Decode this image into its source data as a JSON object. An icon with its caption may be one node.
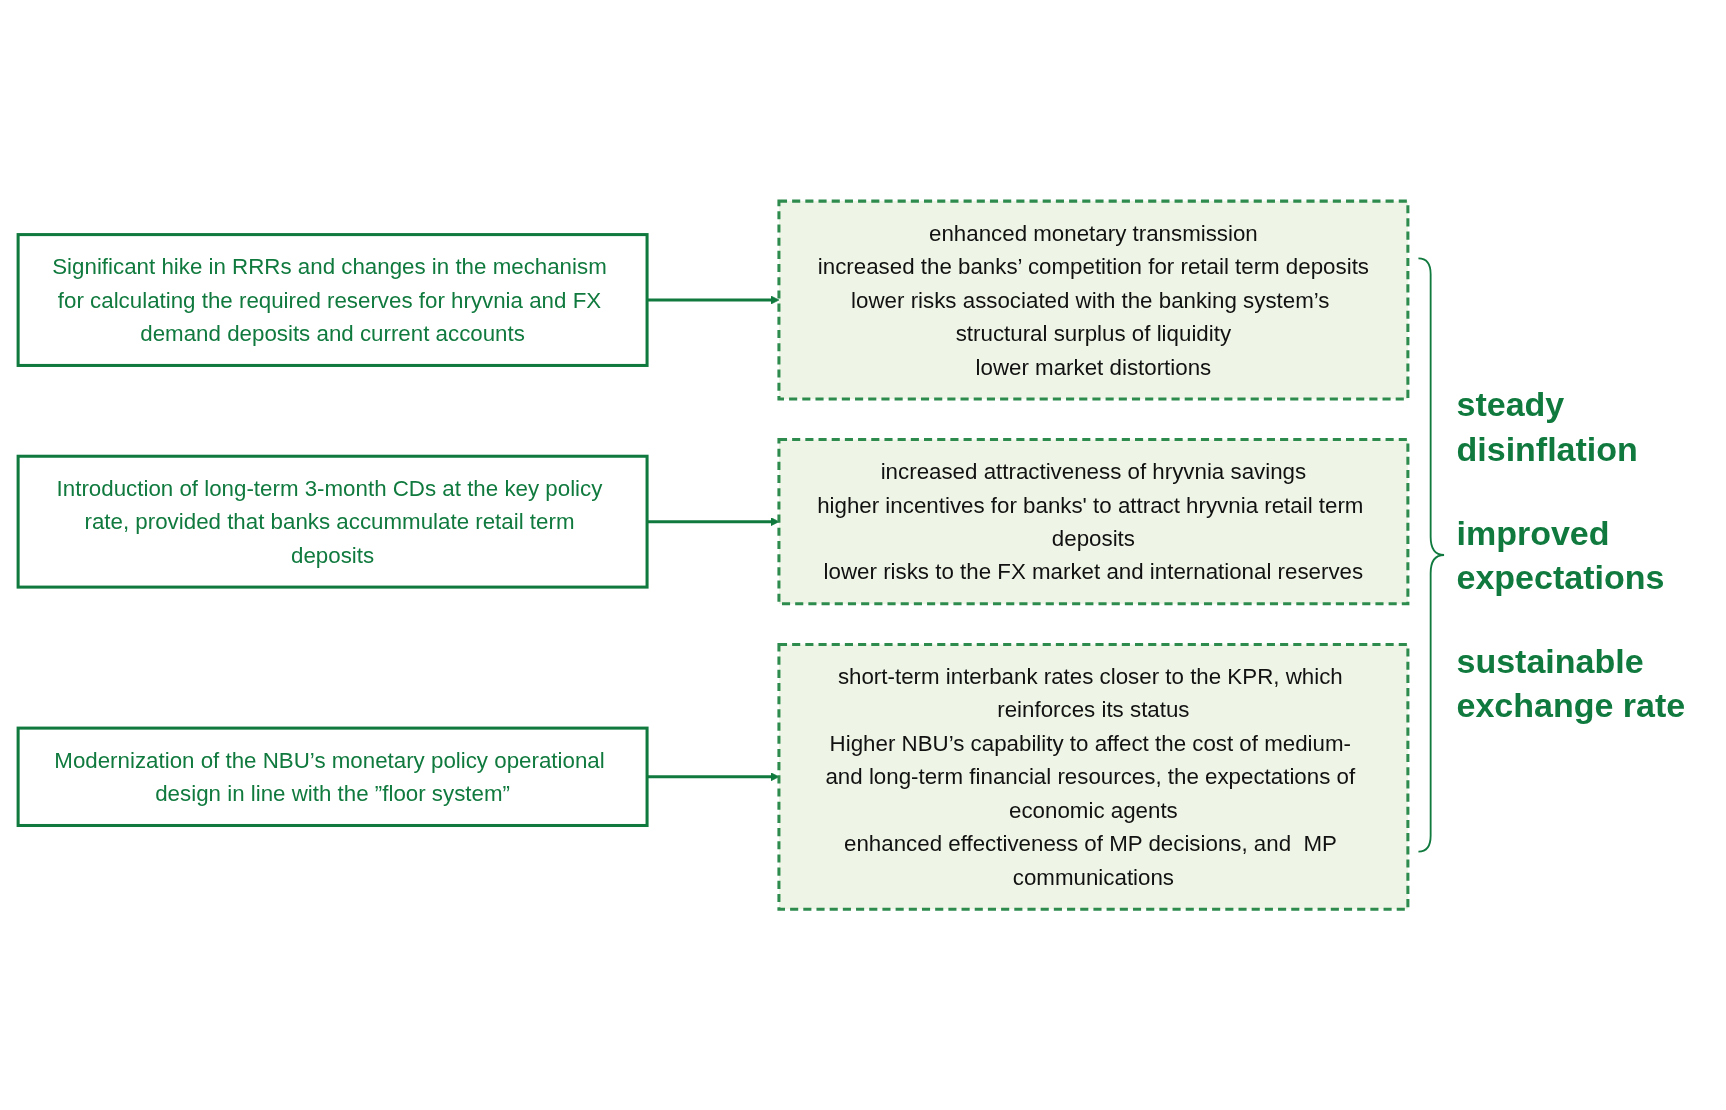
{
  "diagram": {
    "nodes": [
      {
        "text": [
          "Significant hike in RRRs and changes in the mechanism for calculating the required reserves for hryvnia and FX demand deposits and current accounts"
        ]
      },
      {
        "text": [
          "enhanced monetary transmission",
          "increased the banks’ competition for retail term deposits",
          "lower risks associated with the banking system’s structural surplus of liquidity",
          "lower market distortions"
        ]
      },
      {
        "text": [
          "Introduction of long-term 3-month CDs at the key policy rate, provided that banks accummulate retail term deposits"
        ]
      },
      {
        "text": [
          "increased attractiveness of hryvnia savings",
          "higher incentives for banks' to attract hryvnia retail term deposits",
          "lower risks to the FX market and international reserves"
        ]
      },
      {
        "text": [
          "Modernization of the NBU’s monetary policy operational design in line with the ”floor system”"
        ]
      },
      {
        "text": [
          "short-term interbank rates closer to the KPR, which reinforces its status",
          "Higher NBU’s capability to affect the cost of medium- and long-term financial resources, the expectations of economic agents",
          "enhanced effectiveness of MP decisions, and  MP communications"
        ]
      }
    ],
    "edges": [
      {
        "from": 0,
        "to": 1,
        "arrow": "to"
      },
      {
        "from": 2,
        "to": 3,
        "arrow": "to"
      },
      {
        "from": 4,
        "to": 5,
        "arrow": "to"
      }
    ],
    "labels": [
      "steady disinflation",
      "improved expectations",
      "sustainable exchange rate"
    ]
  }
}
